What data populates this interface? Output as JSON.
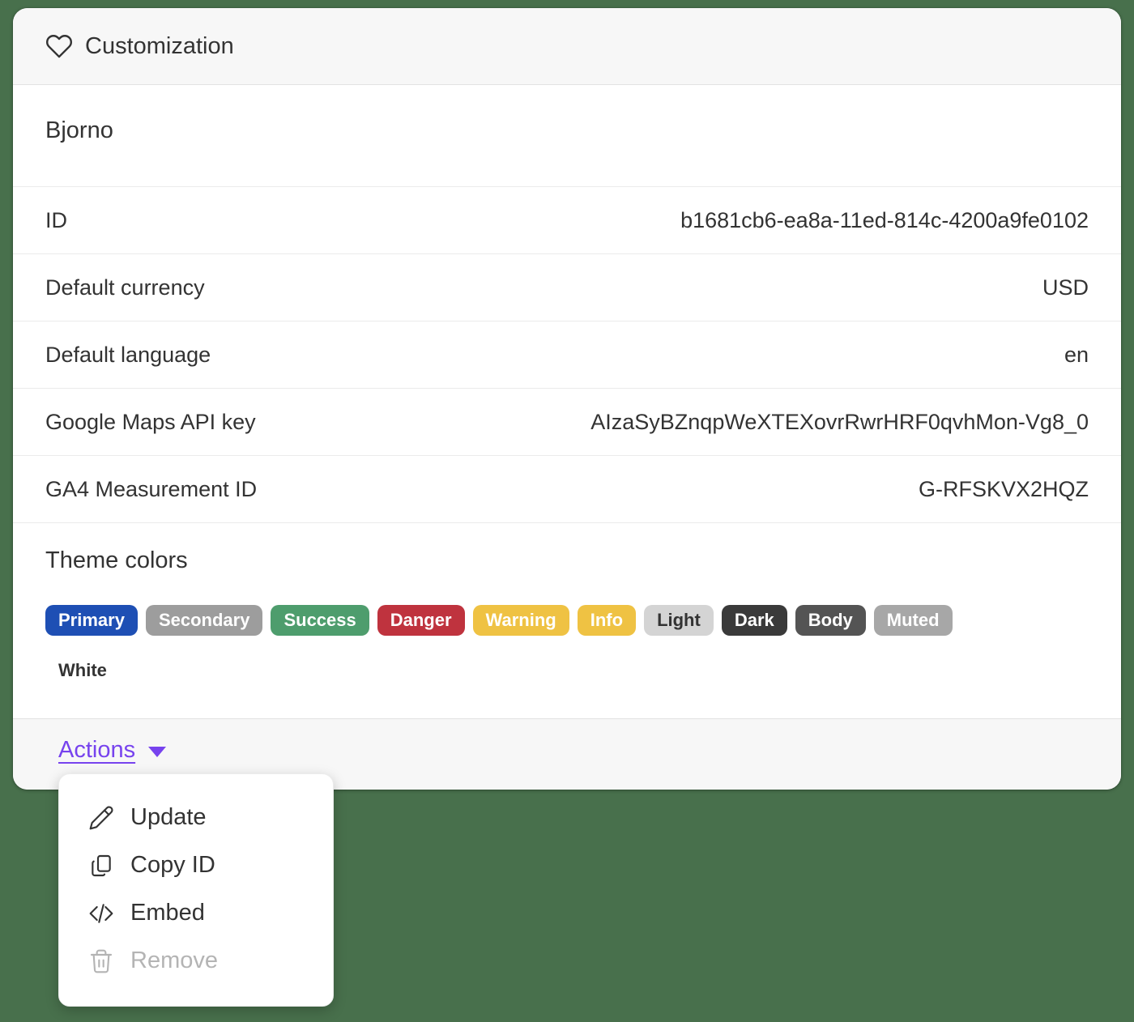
{
  "colors": {
    "page_background": "#48704c",
    "accent_purple": "#7743ee"
  },
  "card": {
    "header": {
      "title": "Customization",
      "icon": "heart"
    },
    "name": "Bjorno",
    "fields": [
      {
        "label": "ID",
        "value": "b1681cb6-ea8a-11ed-814c-4200a9fe0102"
      },
      {
        "label": "Default currency",
        "value": "USD"
      },
      {
        "label": "Default language",
        "value": "en"
      },
      {
        "label": "Google Maps API key",
        "value": "AIzaSyBZnqpWeXTEXovrRwrHRF0qvhMon-Vg8_0"
      },
      {
        "label": "GA4 Measurement ID",
        "value": "G-RFSKVX2HQZ"
      }
    ],
    "theme_colors": {
      "title": "Theme colors",
      "badges": [
        {
          "label": "Primary",
          "bg": "#1e4fb4",
          "fg": "#ffffff"
        },
        {
          "label": "Secondary",
          "bg": "#9d9d9d",
          "fg": "#ffffff"
        },
        {
          "label": "Success",
          "bg": "#4e9d6d",
          "fg": "#ffffff"
        },
        {
          "label": "Danger",
          "bg": "#bf333e",
          "fg": "#ffffff"
        },
        {
          "label": "Warning",
          "bg": "#efc243",
          "fg": "#ffffff"
        },
        {
          "label": "Info",
          "bg": "#efc243",
          "fg": "#ffffff"
        },
        {
          "label": "Light",
          "bg": "#d4d4d4",
          "fg": "#333333"
        },
        {
          "label": "Dark",
          "bg": "#3a3a3a",
          "fg": "#ffffff"
        },
        {
          "label": "Body",
          "bg": "#545454",
          "fg": "#ffffff"
        },
        {
          "label": "Muted",
          "bg": "#a7a7a7",
          "fg": "#ffffff"
        },
        {
          "label": "White",
          "bg": "#ffffff",
          "fg": "#333333",
          "new_row": true
        }
      ]
    },
    "footer": {
      "actions_label": "Actions"
    }
  },
  "menu": {
    "items": [
      {
        "label": "Update",
        "icon": "pencil",
        "disabled": false
      },
      {
        "label": "Copy ID",
        "icon": "copy",
        "disabled": false
      },
      {
        "label": "Embed",
        "icon": "code",
        "disabled": false
      },
      {
        "label": "Remove",
        "icon": "trash",
        "disabled": true
      }
    ]
  }
}
